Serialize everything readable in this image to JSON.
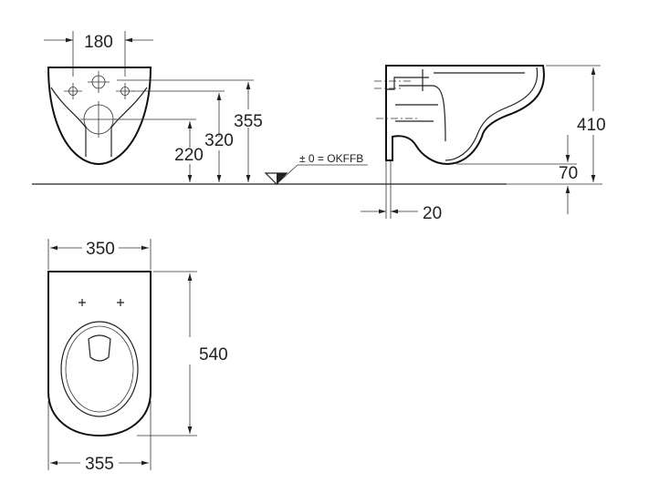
{
  "front_view": {
    "hole_spacing": "180",
    "height_220": "220",
    "height_320": "320",
    "height_355": "355",
    "floor_reference": "± 0 = OKFFB"
  },
  "side_view": {
    "total_height": "410",
    "bottom_clearance": "70",
    "wall_offset": "20"
  },
  "top_view": {
    "top_width": "350",
    "length": "540",
    "bottom_width": "355"
  }
}
